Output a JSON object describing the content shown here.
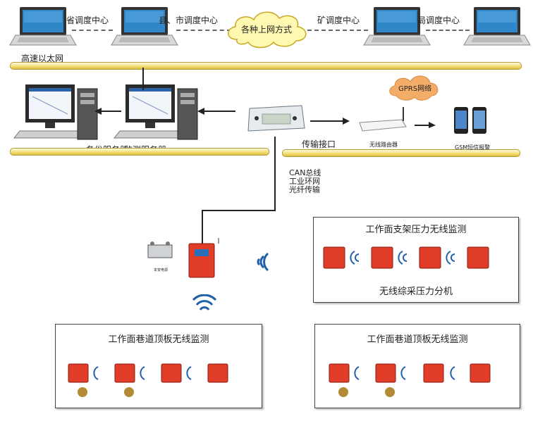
{
  "title_labels": {
    "provincial": "省调度中心",
    "county_city": "县、市调度中心",
    "mine": "矿调度中心",
    "bureau": "局调度中心",
    "ethernet": "高速以太网",
    "internet_cloud": "各种上网方式"
  },
  "middle_labels": {
    "backup_server": "备份服务器",
    "monitor_server": "监测服务器",
    "transfer_interface": "传输接口",
    "gprs_cloud": "GPRS网络",
    "router": "无线路由器",
    "gsm": "GSM短信报警"
  },
  "link_labels": [
    "CAN总线",
    "工业环网",
    "光纤传输"
  ],
  "device_labels": {
    "power_supply": "本安电源"
  },
  "panels": {
    "support_title": "工作面支架压力无线监测",
    "support_subtitle": "无线综采压力分机",
    "roadway_left_title": "工作面巷道顶板无线监测",
    "roadway_right_title": "工作面巷道顶板无线监测"
  },
  "colors": {
    "bus_yellow": "#f2dc6c",
    "cloud_yellow": "#fff8b0",
    "device_red": "#e03c28"
  }
}
